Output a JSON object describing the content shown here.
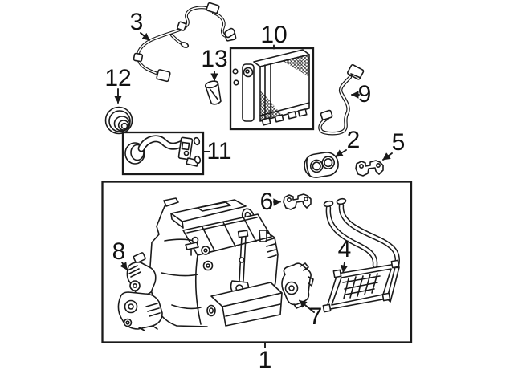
{
  "colors": {
    "background": "#ffffff",
    "line": "#1a1a1a"
  },
  "callouts": {
    "c1": {
      "label": "1"
    },
    "c2": {
      "label": "2"
    },
    "c3": {
      "label": "3"
    },
    "c4": {
      "label": "4"
    },
    "c5": {
      "label": "5"
    },
    "c6": {
      "label": "6"
    },
    "c7": {
      "label": "7"
    },
    "c8": {
      "label": "8"
    },
    "c9": {
      "label": "9"
    },
    "c10": {
      "label": "10"
    },
    "c11": {
      "label": "11"
    },
    "c12": {
      "label": "12"
    },
    "c13": {
      "label": "13"
    }
  }
}
